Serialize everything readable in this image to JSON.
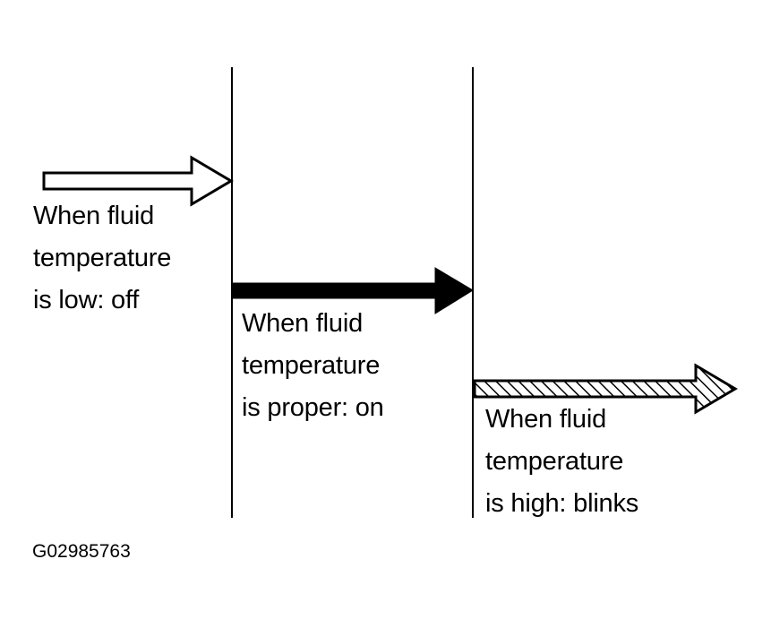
{
  "zones": [
    {
      "id": "low",
      "lines": [
        "When fluid",
        "temperature",
        "is low: off"
      ],
      "arrow_style": "outline"
    },
    {
      "id": "proper",
      "lines": [
        "When fluid",
        "temperature",
        "is proper: on"
      ],
      "arrow_style": "solid"
    },
    {
      "id": "high",
      "lines": [
        "When fluid",
        "temperature",
        "is high: blinks"
      ],
      "arrow_style": "hatched"
    }
  ],
  "figure_code": "G02985763",
  "colors": {
    "ink": "#000000",
    "background": "#ffffff"
  }
}
